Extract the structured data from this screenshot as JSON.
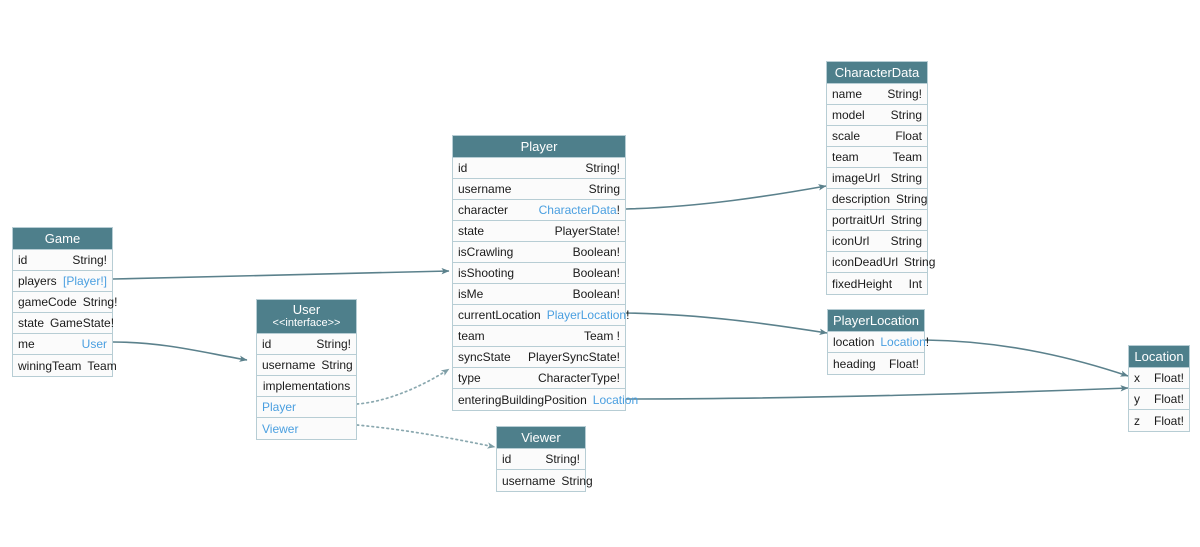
{
  "diagram": {
    "title": "GraphQL schema entity relationship diagram",
    "colors": {
      "header_bg": "#4e7f8b",
      "header_text": "#ffffff",
      "border": "#b7cdd4",
      "row_bg": "#fbfbfb",
      "text": "#1a1a1a",
      "link": "#4a9fe0",
      "edge": "#5b818c"
    }
  },
  "entities": {
    "game": {
      "name": "Game",
      "fields": [
        {
          "name": "id",
          "type": "String!",
          "link": false
        },
        {
          "name": "players",
          "type": "[Player!]",
          "link": true
        },
        {
          "name": "gameCode",
          "type": "String!",
          "link": false
        },
        {
          "name": "state",
          "type": "GameState!",
          "link": false
        },
        {
          "name": "me",
          "type": "User",
          "link": true
        },
        {
          "name": "winingTeam",
          "type": "Team",
          "link": false
        }
      ]
    },
    "user": {
      "name": "User",
      "stereotype": "<<interface>>",
      "fields": [
        {
          "name": "id",
          "type": "String!",
          "link": false
        },
        {
          "name": "username",
          "type": "String",
          "link": false
        }
      ],
      "implementations_label": "implementations",
      "implementations": [
        {
          "name": "Player"
        },
        {
          "name": "Viewer"
        }
      ]
    },
    "player": {
      "name": "Player",
      "fields": [
        {
          "name": "id",
          "type": "String!",
          "link": false
        },
        {
          "name": "username",
          "type": "String",
          "link": false
        },
        {
          "name": "character",
          "type": "CharacterData",
          "link": true,
          "suffix": "!"
        },
        {
          "name": "state",
          "type": "PlayerState!",
          "link": false
        },
        {
          "name": "isCrawling",
          "type": "Boolean!",
          "link": false
        },
        {
          "name": "isShooting",
          "type": "Boolean!",
          "link": false
        },
        {
          "name": "isMe",
          "type": "Boolean!",
          "link": false
        },
        {
          "name": "currentLocation",
          "type": "PlayerLocation",
          "link": true,
          "suffix": "!"
        },
        {
          "name": "team",
          "type": "Team !",
          "link": false
        },
        {
          "name": "syncState",
          "type": "PlayerSyncState!",
          "link": false
        },
        {
          "name": "type",
          "type": "CharacterType!",
          "link": false
        },
        {
          "name": "enteringBuildingPosition",
          "type": "Location",
          "link": true,
          "suffix": ""
        }
      ]
    },
    "viewer": {
      "name": "Viewer",
      "fields": [
        {
          "name": "id",
          "type": "String!",
          "link": false
        },
        {
          "name": "username",
          "type": "String",
          "link": false
        }
      ]
    },
    "characterData": {
      "name": "CharacterData",
      "fields": [
        {
          "name": "name",
          "type": "String!",
          "link": false
        },
        {
          "name": "model",
          "type": "String",
          "link": false
        },
        {
          "name": "scale",
          "type": "Float",
          "link": false
        },
        {
          "name": "team",
          "type": "Team",
          "link": false
        },
        {
          "name": "imageUrl",
          "type": "String",
          "link": false
        },
        {
          "name": "description",
          "type": "String",
          "link": false
        },
        {
          "name": "portraitUrl",
          "type": "String",
          "link": false
        },
        {
          "name": "iconUrl",
          "type": "String",
          "link": false
        },
        {
          "name": "iconDeadUrl",
          "type": "String",
          "link": false
        },
        {
          "name": "fixedHeight",
          "type": "Int",
          "link": false
        }
      ]
    },
    "playerLocation": {
      "name": "PlayerLocation",
      "fields": [
        {
          "name": "location",
          "type": "Location",
          "link": true,
          "suffix": "!"
        },
        {
          "name": "heading",
          "type": "Float!",
          "link": false
        }
      ]
    },
    "location": {
      "name": "Location",
      "fields": [
        {
          "name": "x",
          "type": "Float!",
          "link": false
        },
        {
          "name": "y",
          "type": "Float!",
          "link": false
        },
        {
          "name": "z",
          "type": "Float!",
          "link": false
        }
      ]
    }
  },
  "relationships": [
    {
      "from": "Game.players",
      "to": "Player",
      "style": "solid"
    },
    {
      "from": "Game.me",
      "to": "User",
      "style": "solid"
    },
    {
      "from": "Player.character",
      "to": "CharacterData",
      "style": "solid"
    },
    {
      "from": "Player.currentLocation",
      "to": "PlayerLocation",
      "style": "solid"
    },
    {
      "from": "Player.enteringBuildingPosition",
      "to": "Location",
      "style": "solid"
    },
    {
      "from": "PlayerLocation.location",
      "to": "Location",
      "style": "solid"
    },
    {
      "from": "User.Player",
      "to": "Player",
      "style": "dotted"
    },
    {
      "from": "User.Viewer",
      "to": "Viewer",
      "style": "dotted"
    }
  ]
}
